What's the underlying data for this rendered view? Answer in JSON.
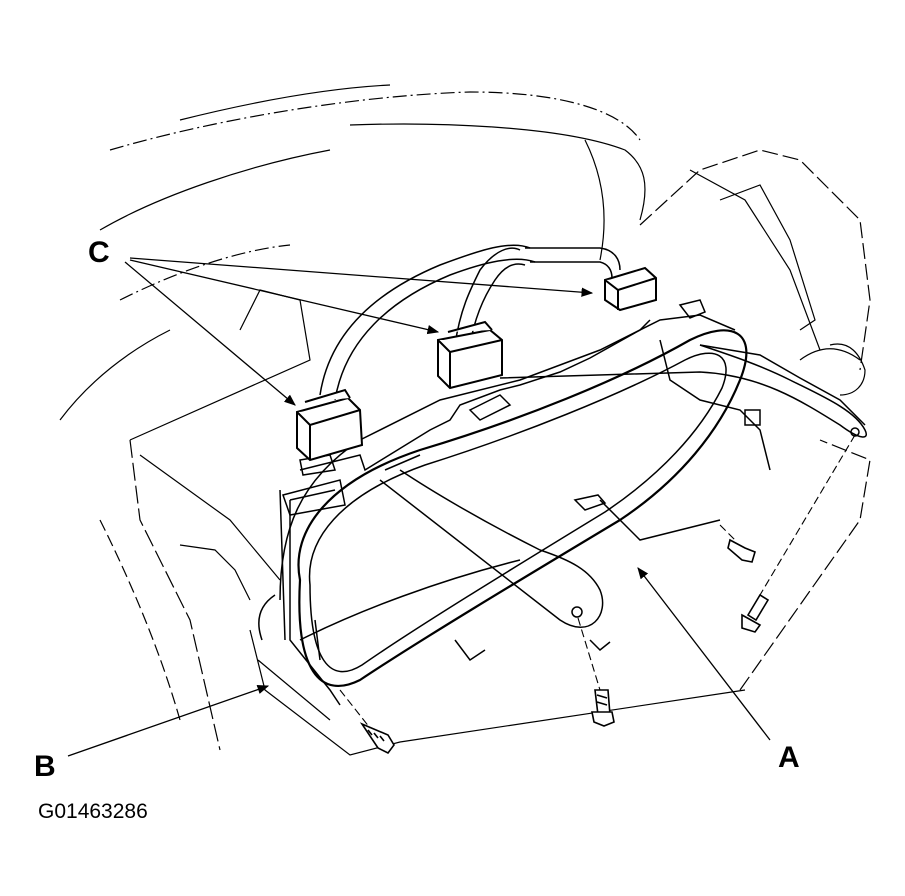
{
  "labels": {
    "a": "A",
    "b": "B",
    "c": "C"
  },
  "figure_id": "G01463286",
  "colors": {
    "line": "#000000",
    "background": "#ffffff"
  }
}
